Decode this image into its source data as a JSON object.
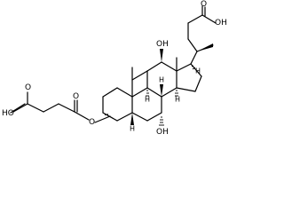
{
  "molecule": {
    "labels": {
      "acid_O1": "O",
      "acid_OH": "OH",
      "hydroxy12": "OH",
      "hydroxy7": "OH",
      "ester_O": "O",
      "ester_carbonyl_O": "O",
      "succinyl_HO": "HO",
      "succinyl_O": "O",
      "h_c17": "H",
      "h_c14": "H",
      "h_c8": "H",
      "h_c9": "H",
      "h_c5": "H"
    }
  }
}
